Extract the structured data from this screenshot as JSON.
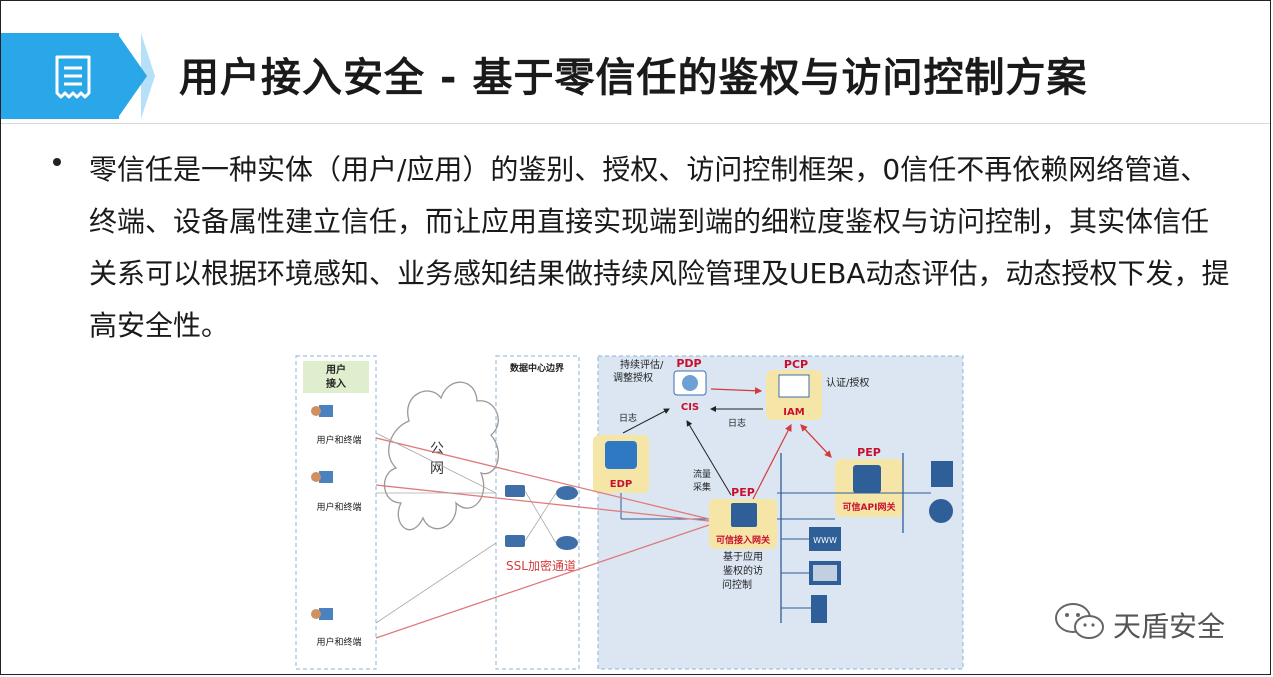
{
  "header": {
    "title": "用户接入安全 - 基于零信任的鉴权与访问控制方案",
    "icon": "document-icon",
    "accent_color": "#2aa7e8"
  },
  "body": {
    "bullet": "零信任是一种实体（用户/应用）的鉴别、授权、访问控制框架，0信任不再依赖网络管道、终端、设备属性建立信任，而让应用直接实现端到端的细粒度鉴权与访问控制，其实体信任关系可以根据环境感知、业务感知结果做持续风险管理及UEBA动态评估，动态授权下发，提高安全性。"
  },
  "diagram": {
    "user_zone_label": "用户\n接入",
    "user_terminals": [
      "用户和终端",
      "用户和终端",
      "用户和终端"
    ],
    "cloud_label": "公\n网",
    "dc_border_label": "数据中心边界",
    "ssl_label": "SSL加密通道",
    "pdp": {
      "tag": "PDP",
      "name": "CIS",
      "note": "持续评估/\n调整授权"
    },
    "pcp": {
      "tag": "PCP",
      "name": "IAM",
      "note": "认证/授权"
    },
    "edp": {
      "name": "EDP"
    },
    "pep_gateway": {
      "tag": "PEP",
      "name": "可信接入网关",
      "note": "基于应用\n鉴权的访\n问控制"
    },
    "pep_api": {
      "tag": "PEP",
      "name": "可信API网关"
    },
    "log_labels": [
      "日志",
      "日志"
    ],
    "flow_label": "流量\n采集",
    "server_label": "WWW"
  },
  "watermark": {
    "text": "天盾安全",
    "icon": "wechat-icon"
  }
}
